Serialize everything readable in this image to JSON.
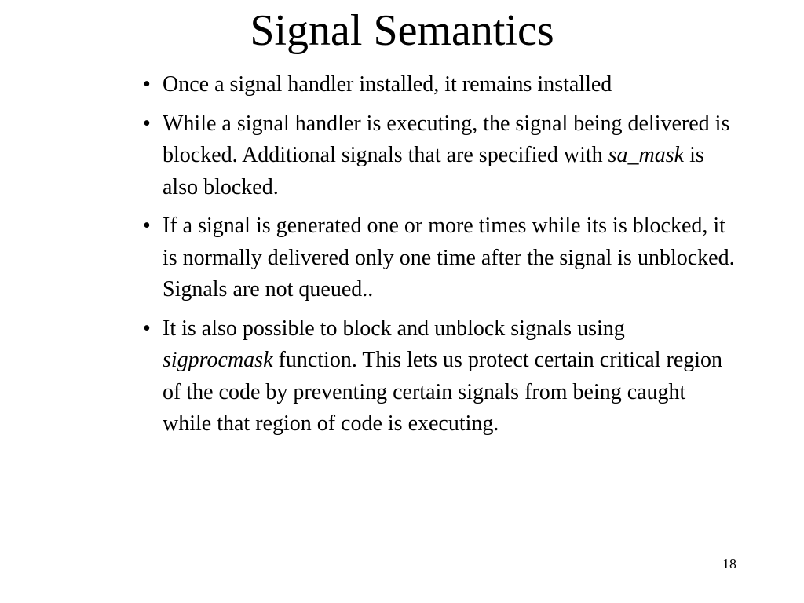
{
  "slide": {
    "title": "Signal Semantics",
    "page_number": "18",
    "bullet_char": "•",
    "bullets": [
      {
        "text": "Once a signal handler installed, it remains installed"
      },
      {
        "before": "While a signal handler is executing, the signal being delivered is blocked. Additional signals that are specified with ",
        "emph": "sa_mask",
        "after": " is also blocked."
      },
      {
        "text": "If a signal is generated one or more times while its is blocked, it is normally delivered only one time after the signal is unblocked. Signals are not queued.."
      },
      {
        "before": "It is also possible to block and unblock signals using ",
        "emph": "sigprocmask",
        "after": " function. This lets us protect certain critical region of the code by preventing certain signals from being caught while that region of code is executing."
      }
    ]
  }
}
